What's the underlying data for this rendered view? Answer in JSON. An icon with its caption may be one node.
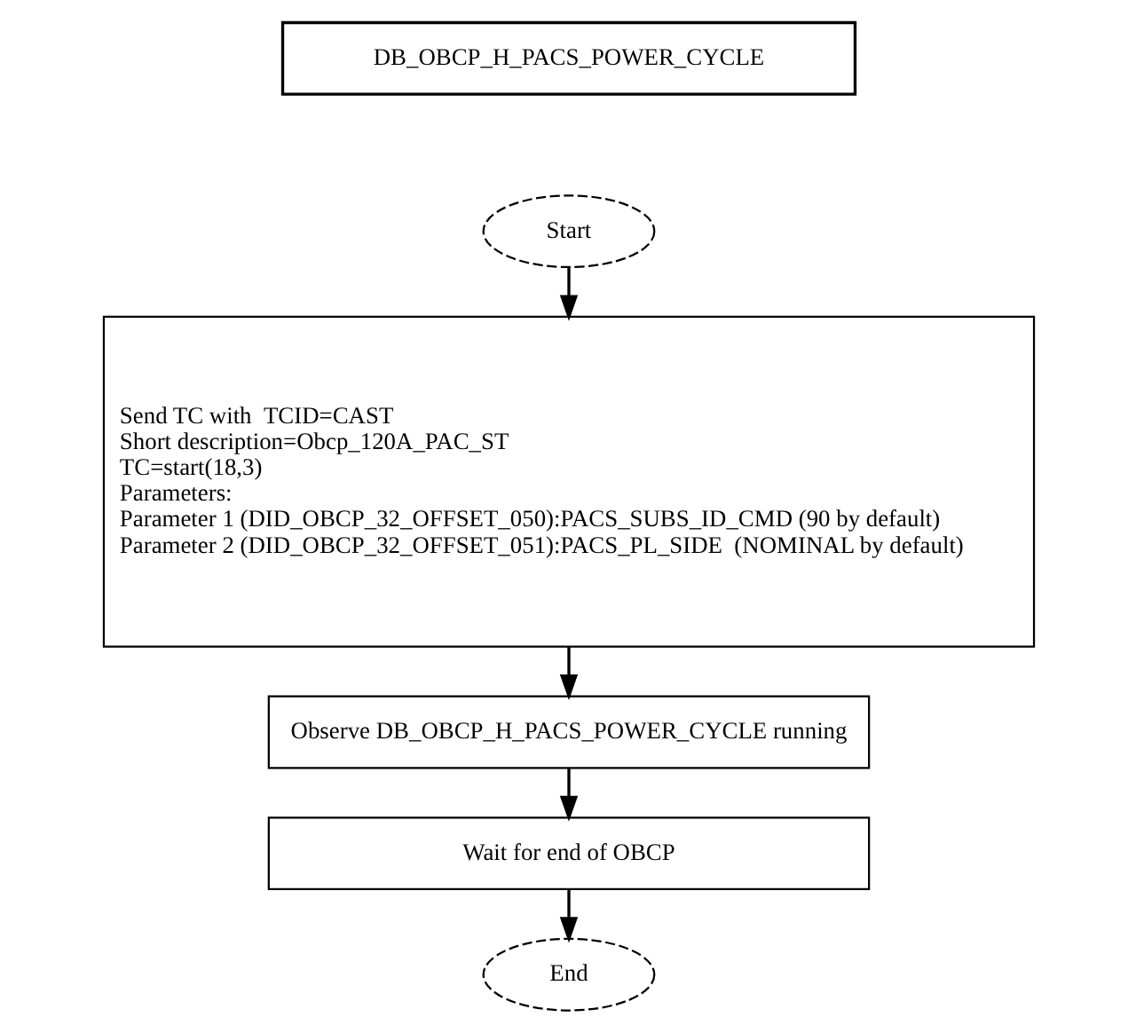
{
  "diagram": {
    "nodes": [
      {
        "text": [
          "DB_OBCP_H_PACS_POWER_CYCLE"
        ]
      },
      {
        "text": [
          "Start"
        ]
      },
      {
        "text": [
          "Send TC with  TCID=CAST",
          "Short description=Obcp_120A_PAC_ST",
          "TC=start(18,3)",
          "Parameters:",
          "Parameter 1 (DID_OBCP_32_OFFSET_050):PACS_SUBS_ID_CMD (90 by default)",
          "Parameter 2 (DID_OBCP_32_OFFSET_051):PACS_PL_SIDE  (NOMINAL by default)"
        ]
      },
      {
        "text": [
          "Observe DB_OBCP_H_PACS_POWER_CYCLE running"
        ]
      },
      {
        "text": [
          "Wait for end of OBCP"
        ]
      },
      {
        "text": [
          "End"
        ]
      }
    ],
    "edges": [
      {
        "from": 1,
        "to": 2,
        "arrow": "to"
      },
      {
        "from": 2,
        "to": 3,
        "arrow": "to"
      },
      {
        "from": 3,
        "to": 4,
        "arrow": "to"
      },
      {
        "from": 4,
        "to": 5,
        "arrow": "to"
      }
    ]
  }
}
